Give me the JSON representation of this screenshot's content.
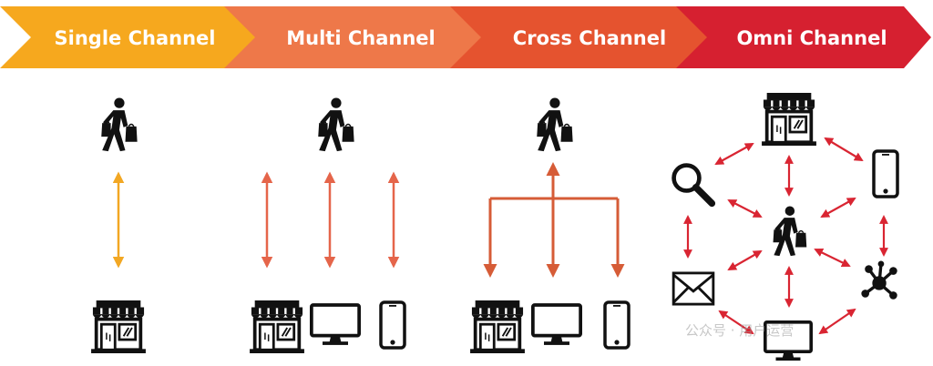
{
  "stages": [
    {
      "label": "Single Channel",
      "color": "#F6A81E"
    },
    {
      "label": "Multi Channel",
      "color": "#EE7849"
    },
    {
      "label": "Cross Channel",
      "color": "#E5532F"
    },
    {
      "label": "Omni Channel",
      "color": "#D62030"
    }
  ],
  "arrow_colors": {
    "single": "#F2A723",
    "multi": "#E5654A",
    "cross": "#D65C37",
    "omni": "#D92532"
  },
  "icons": {
    "shopper": "shopper-icon",
    "store": "store-icon",
    "monitor": "monitor-icon",
    "phone": "phone-icon",
    "search": "search-icon",
    "mail": "mail-icon",
    "social": "network-icon"
  },
  "watermark": {
    "text": "公众号 · 用户运营"
  }
}
